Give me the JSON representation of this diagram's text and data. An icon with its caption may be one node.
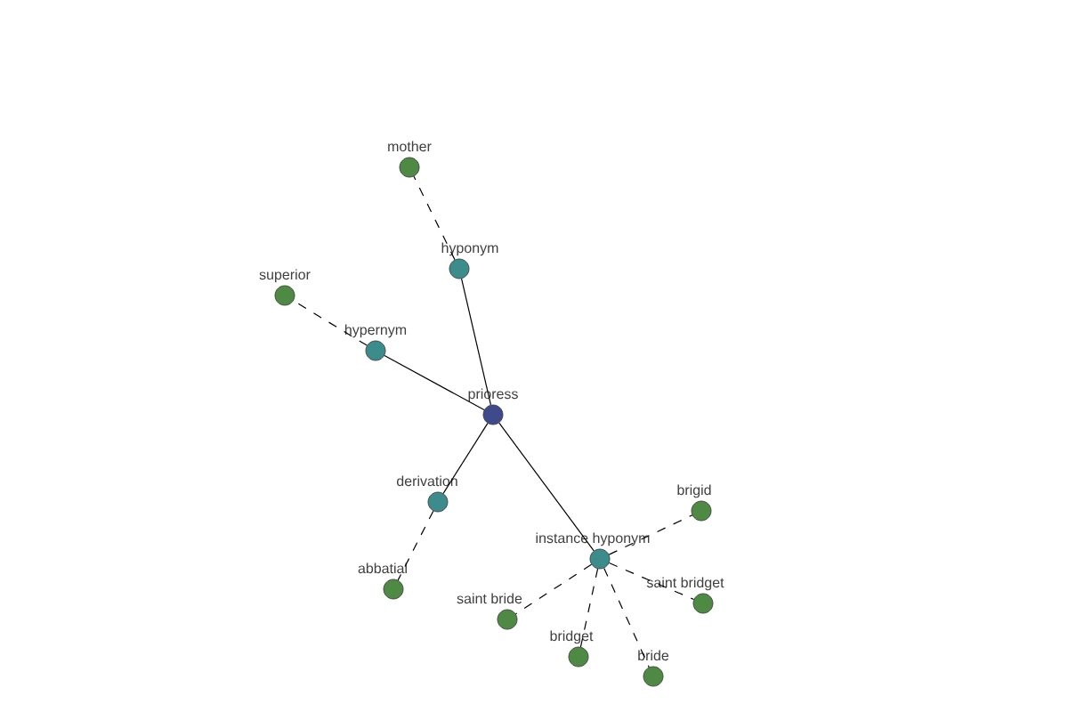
{
  "diagram": {
    "nodes": [
      {
        "text": [
          "prioress"
        ]
      },
      {
        "text": [
          "hyponym"
        ]
      },
      {
        "text": [
          "mother"
        ]
      },
      {
        "text": [
          "hypernym"
        ]
      },
      {
        "text": [
          "superior"
        ]
      },
      {
        "text": [
          "derivation"
        ]
      },
      {
        "text": [
          "abbatial"
        ]
      },
      {
        "text": [
          "instance hyponym"
        ]
      },
      {
        "text": [
          "brigid"
        ]
      },
      {
        "text": [
          "saint bridget"
        ]
      },
      {
        "text": [
          "saint bride"
        ]
      },
      {
        "text": [
          "bridget"
        ]
      },
      {
        "text": [
          "bride"
        ]
      }
    ],
    "edges": [
      {
        "from": 0,
        "to": 1,
        "arrow": "none"
      },
      {
        "from": 1,
        "to": 2,
        "arrow": "none",
        "style": "dashed"
      },
      {
        "from": 0,
        "to": 3,
        "arrow": "none"
      },
      {
        "from": 3,
        "to": 4,
        "arrow": "none",
        "style": "dashed"
      },
      {
        "from": 0,
        "to": 5,
        "arrow": "none"
      },
      {
        "from": 5,
        "to": 6,
        "arrow": "none",
        "style": "dashed"
      },
      {
        "from": 0,
        "to": 7,
        "arrow": "none"
      },
      {
        "from": 7,
        "to": 8,
        "arrow": "none",
        "style": "dashed"
      },
      {
        "from": 7,
        "to": 9,
        "arrow": "none",
        "style": "dashed"
      },
      {
        "from": 7,
        "to": 10,
        "arrow": "none",
        "style": "dashed"
      },
      {
        "from": 7,
        "to": 11,
        "arrow": "none",
        "style": "dashed"
      },
      {
        "from": 7,
        "to": 12,
        "arrow": "none",
        "style": "dashed"
      }
    ]
  }
}
